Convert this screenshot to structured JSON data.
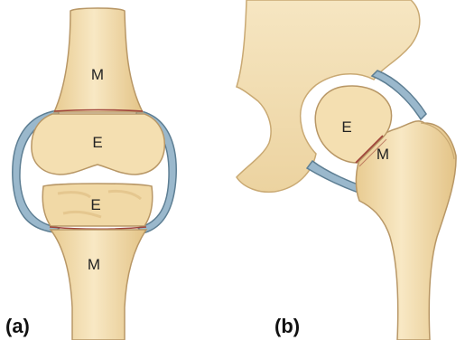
{
  "panels": {
    "a": {
      "label": "(a)",
      "regions": {
        "upper_metaphysis": "M",
        "upper_epiphysis": "E",
        "lower_epiphysis": "E",
        "lower_metaphysis": "M"
      }
    },
    "b": {
      "label": "(b)",
      "regions": {
        "epiphysis": "E",
        "metaphysis": "M"
      }
    }
  },
  "colors": {
    "bone_fill": "#f4dfb1",
    "bone_shade": "#e7c98c",
    "bone_outline": "#b89766",
    "growth_plate": "#a0443b",
    "capsule": "#9ab8cc",
    "capsule_outline": "#5d7e93"
  }
}
